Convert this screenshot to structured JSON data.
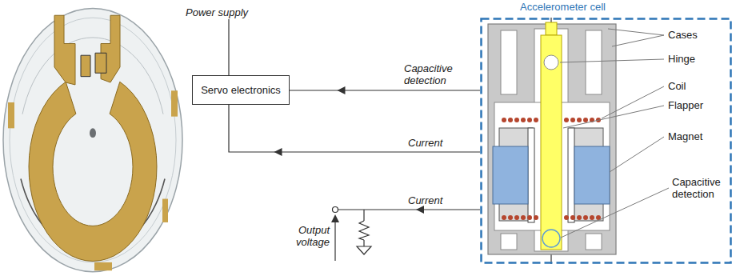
{
  "diagram": {
    "nodes": [
      {
        "text": [
          "Servo electronics"
        ]
      },
      {
        "text": [
          "Accelerometer cell"
        ]
      }
    ],
    "edges": [
      {
        "from": 1,
        "to": 0,
        "label": "Capacitive detection",
        "arrow": "to"
      },
      {
        "from": 1,
        "to": 0,
        "label": "Current",
        "arrow": "to"
      }
    ],
    "labels": [
      "Power supply",
      "Current",
      "Output voltage",
      "Cases",
      "Hinge",
      "Coil",
      "Flapper",
      "Magnet",
      "Capacitive detection"
    ]
  }
}
